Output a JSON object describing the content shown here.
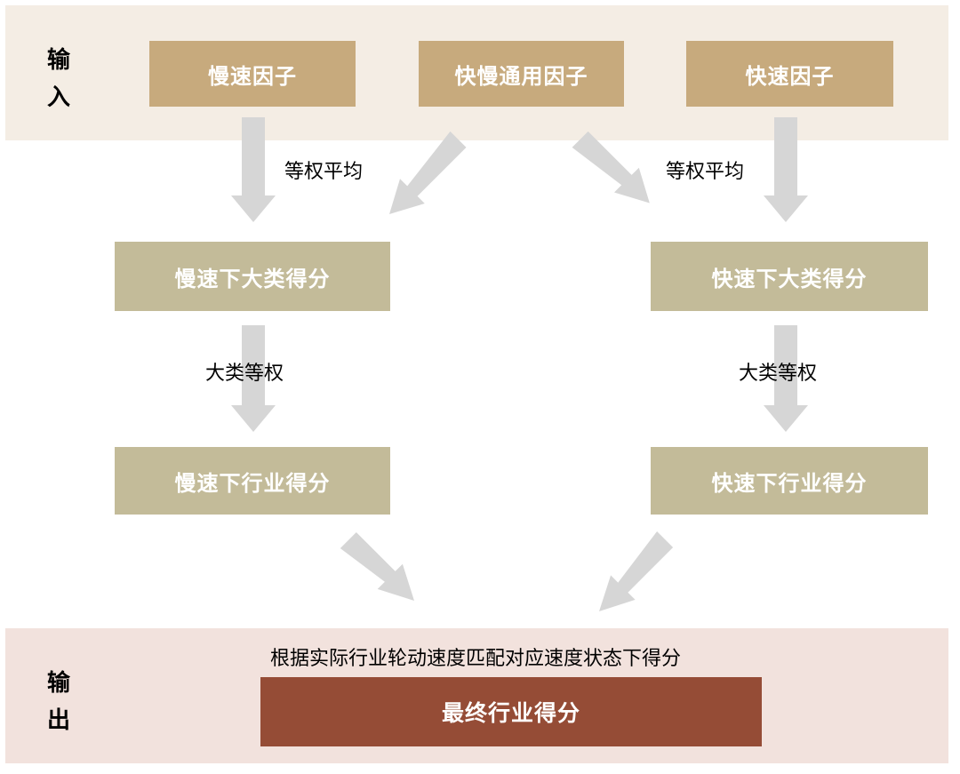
{
  "input_label": [
    "输",
    "入"
  ],
  "output_label": [
    "输",
    "出"
  ],
  "input_factors": {
    "slow": "慢速因子",
    "common": "快慢通用因子",
    "fast": "快速因子"
  },
  "weighting": {
    "left_equal_weight_avg": "等权平均",
    "right_equal_weight_avg": "等权平均",
    "left_category_equal_weight": "大类等权",
    "right_category_equal_weight": "大类等权"
  },
  "scores": {
    "slow_category": "慢速下大类得分",
    "fast_category": "快速下大类得分",
    "slow_industry": "慢速下行业得分",
    "fast_industry": "快速下行业得分"
  },
  "output": {
    "description": "根据实际行业轮动速度匹配对应速度状态下得分",
    "final_score": "最终行业得分"
  },
  "colors": {
    "input_band": "#f4ede4",
    "output_band": "#f2e2dd",
    "input_box": "#c7aa7d",
    "score_box": "#c3bb99",
    "final_box": "#954c36",
    "arrow": "#d6d6d6"
  }
}
